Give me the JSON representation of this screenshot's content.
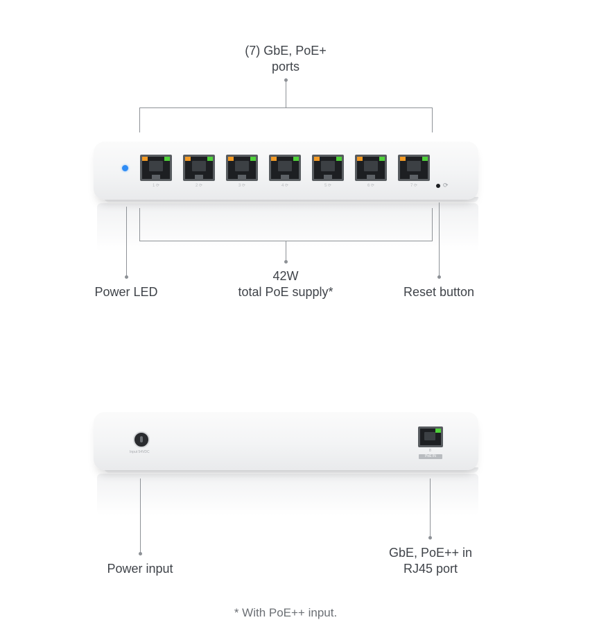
{
  "top_view": {
    "ports_label_line1": "(7) GbE, PoE+",
    "ports_label_line2": "ports",
    "supply_label_line1": "42W",
    "supply_label_line2": "total PoE supply*",
    "power_led_label": "Power LED",
    "reset_label": "Reset button",
    "port_numbers": [
      "1 ⟳",
      "2 ⟳",
      "3 ⟳",
      "4 ⟳",
      "5 ⟳",
      "6 ⟳",
      "7 ⟳"
    ]
  },
  "bottom_view": {
    "power_input_label": "Power input",
    "uplink_label_line1": "GbE, PoE++ in",
    "uplink_label_line2": "RJ45 port",
    "dc_input_text": "Input 54VDC",
    "uplink_port_number": "8",
    "uplink_badge_text": "PoE IN"
  },
  "footnote": "* With PoE++ input.",
  "colors": {
    "callout_line": "#8d9196",
    "power_led": "#2f8cf5",
    "port_led_left": "#f29a25",
    "port_led_right": "#4fd13a"
  }
}
